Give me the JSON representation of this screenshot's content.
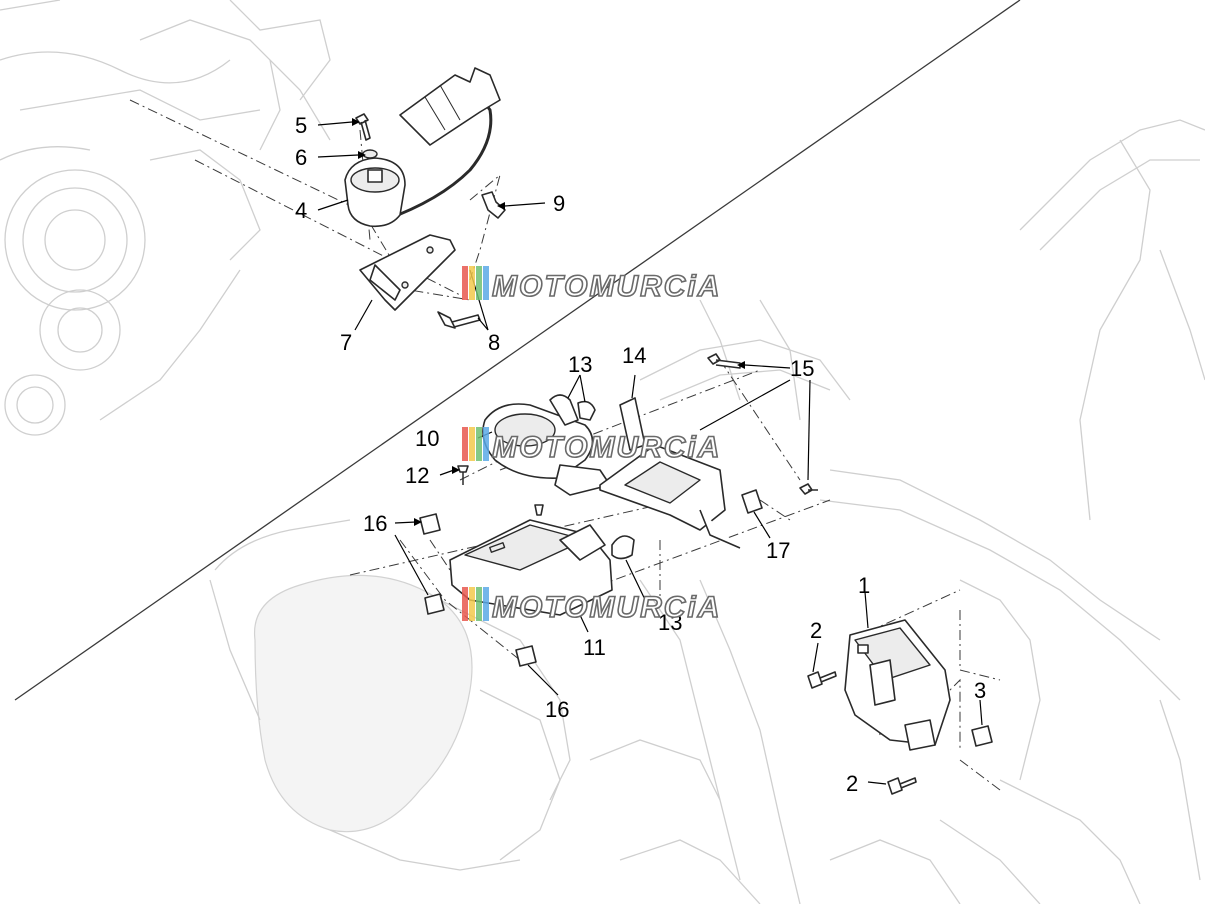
{
  "diagram": {
    "callouts": [
      {
        "id": "c5",
        "label": "5"
      },
      {
        "id": "c6",
        "label": "6"
      },
      {
        "id": "c4",
        "label": "4"
      },
      {
        "id": "c9",
        "label": "9"
      },
      {
        "id": "c7",
        "label": "7"
      },
      {
        "id": "c8",
        "label": "8"
      },
      {
        "id": "c13a",
        "label": "13"
      },
      {
        "id": "c14",
        "label": "14"
      },
      {
        "id": "c15",
        "label": "15"
      },
      {
        "id": "c10",
        "label": "10"
      },
      {
        "id": "c12",
        "label": "12"
      },
      {
        "id": "c16a",
        "label": "16"
      },
      {
        "id": "c17",
        "label": "17"
      },
      {
        "id": "c13b",
        "label": "13"
      },
      {
        "id": "c11",
        "label": "11"
      },
      {
        "id": "c16b",
        "label": "16"
      },
      {
        "id": "c1",
        "label": "1"
      },
      {
        "id": "c2a",
        "label": "2"
      },
      {
        "id": "c3",
        "label": "3"
      },
      {
        "id": "c2b",
        "label": "2"
      }
    ],
    "watermark": {
      "text": "MOTOMURCiA",
      "stripe_colors": [
        "#e8584f",
        "#f2c94c",
        "#6fbf73",
        "#5aa9e6"
      ]
    }
  }
}
